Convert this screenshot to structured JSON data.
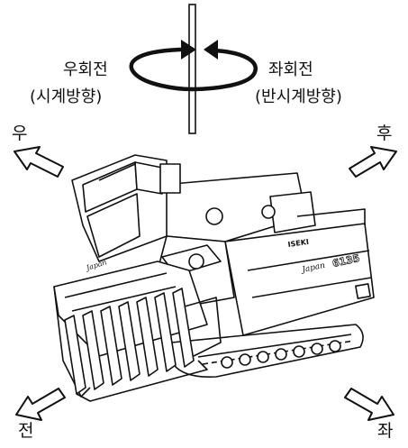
{
  "rotation": {
    "right_turn": "우회전",
    "right_turn_note": "(시계방향)",
    "left_turn": "좌회전",
    "left_turn_note": "(반시계방향)"
  },
  "directions": {
    "right": "우",
    "back": "후",
    "front": "전",
    "left": "좌"
  },
  "machine": {
    "brand_badge": "ISEKI",
    "model_script": "Japan",
    "model_number": "6135"
  }
}
